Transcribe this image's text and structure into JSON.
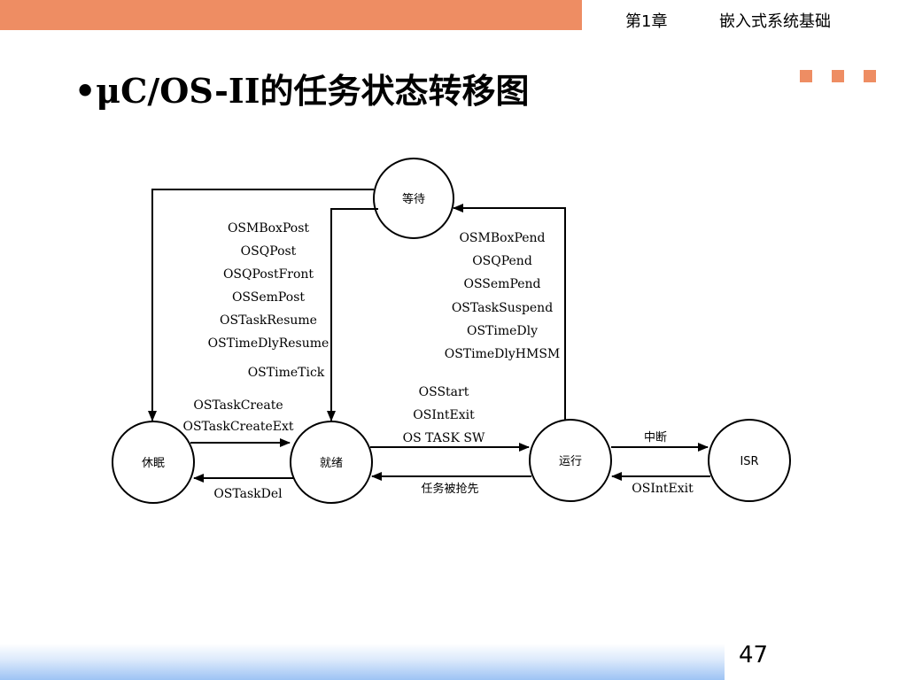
{
  "header": {
    "chapter": "第1章",
    "chapter_title": "嵌入式系统基础"
  },
  "title": "•μC/OS-II的任务状态转移图",
  "page_number": "47",
  "colors": {
    "accent": "#ee8d63",
    "bottom_gradient": "#9dc3f4"
  },
  "diagram": {
    "nodes": {
      "waiting": "等待",
      "dormant": "休眠",
      "ready": "就绪",
      "running": "运行",
      "isr": "ISR"
    },
    "labels": {
      "waiting_to_ready": [
        "OSMBoxPost",
        "OSQPost",
        "OSQPostFront",
        "OSSemPost",
        "OSTaskResume",
        "OSTimeDlyResume",
        "OSTimeTick"
      ],
      "running_to_waiting": [
        "OSMBoxPend",
        "OSQPend",
        "OSSemPend",
        "OSTaskSuspend",
        "OSTimeDly",
        "OSTimeDlyHMSM"
      ],
      "dormant_to_ready": [
        "OSTaskCreate",
        "OSTaskCreateExt"
      ],
      "ready_to_dormant": "OSTaskDel",
      "ready_to_running": [
        "OSStart",
        "OSIntExit",
        "OS TASK SW"
      ],
      "running_to_ready": "任务被抢先",
      "running_to_isr": "中断",
      "isr_to_running": "OSIntExit"
    }
  }
}
